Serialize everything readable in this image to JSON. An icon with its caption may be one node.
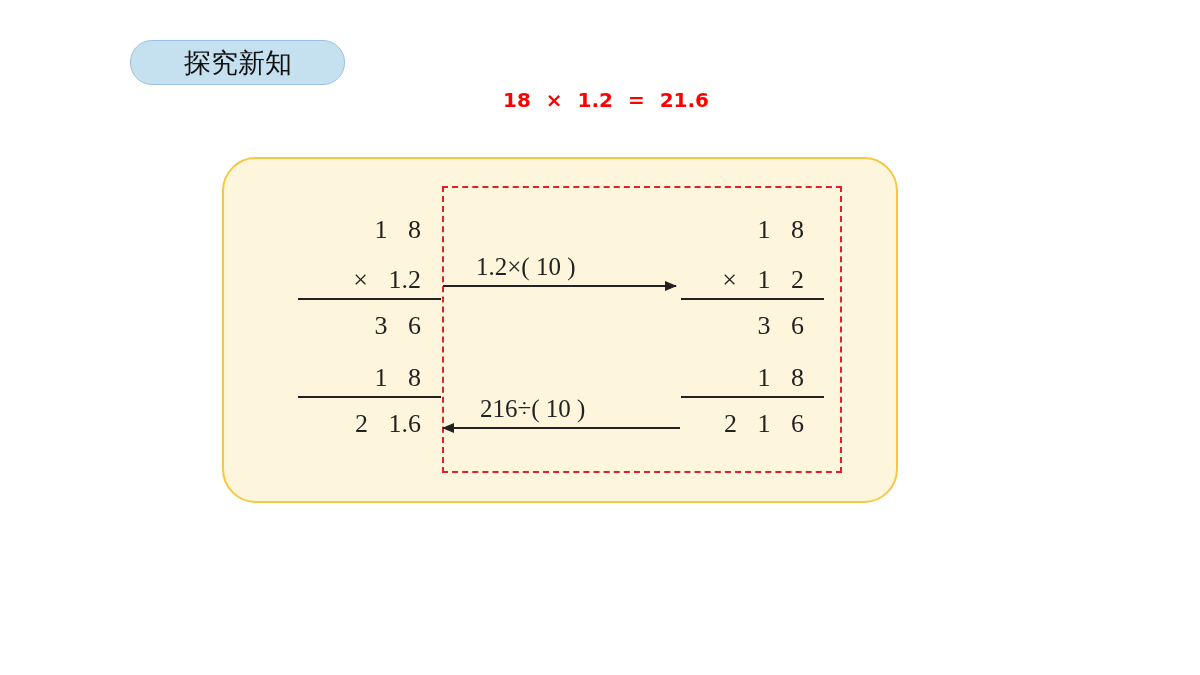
{
  "diagram": {
    "nodes": [
      {
        "text": [
          "探究新知"
        ]
      },
      {
        "text": [
          "1 8",
          "× 1.2",
          "3 6",
          "1 8",
          "2 1.6"
        ]
      },
      {
        "text": [
          "1 8",
          "× 1 2",
          "3 6",
          "1 8",
          "2 1 6"
        ]
      }
    ],
    "edges": [
      {
        "from": 1,
        "to": 2,
        "arrow": "to",
        "label": "1.2×( 10 )"
      },
      {
        "from": 2,
        "to": 1,
        "arrow": "to",
        "label": "216÷( 10 )"
      }
    ],
    "labels": [
      "18 × 1.2 = 21.6"
    ]
  }
}
